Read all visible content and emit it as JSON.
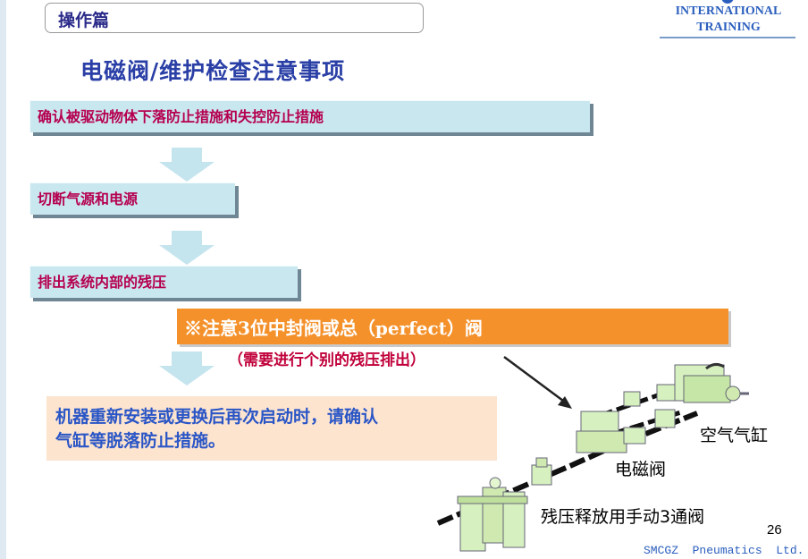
{
  "header": {
    "section": "操作篇",
    "logo_line1": "INTERNATIONAL",
    "logo_line2": "TRAINING"
  },
  "title": "电磁阀/维护检查注意事项",
  "steps": [
    {
      "label": "确认被驱动物体下落防止措施和失控防止措施"
    },
    {
      "label": "切断气源和电源"
    },
    {
      "label": "排出系统内部的残压"
    }
  ],
  "note": {
    "text": "※注意3位中封阀或总（perfect）阀",
    "sub": "（需要进行个别的残压排出）"
  },
  "final": {
    "line1": "机器重新安装或更换后再次启动时，请确认",
    "line2": "气缸等脱落防止措施。"
  },
  "diagram": {
    "cylinder_label": "空气气缸",
    "valve_label": "电磁阀",
    "manual_valve_label": "残压释放用手动3通阀"
  },
  "page_number": "26",
  "footer": "SMCGZ  Pneumatics  Ltd.",
  "colors": {
    "step_fill": "#c9e7ef",
    "step_text": "#b5004e",
    "note_fill": "#f4912b",
    "final_fill": "#fde4cf",
    "title_blue": "#2a3fa6"
  }
}
